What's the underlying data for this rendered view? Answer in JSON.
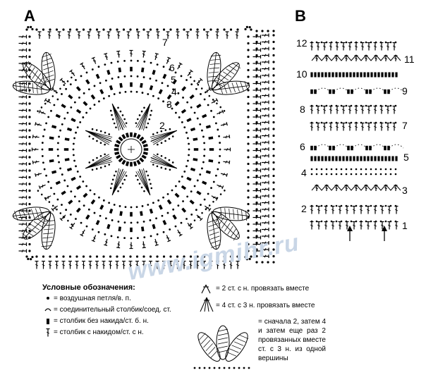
{
  "panel_a": {
    "label": "A",
    "round_numbers": [
      "7",
      "6",
      "5",
      "4",
      "3",
      "2"
    ]
  },
  "panel_b": {
    "label": "B",
    "rows_left": [
      "12",
      "10",
      "8",
      "6",
      "4",
      "2"
    ],
    "rows_right": [
      "11",
      "9",
      "7",
      "5",
      "3",
      "1"
    ]
  },
  "watermark": "www.igmihr.ru",
  "legend": {
    "title": "Условные обозначения:",
    "items": [
      {
        "symbol": "•",
        "text": "= воздушная петля/в. п."
      },
      {
        "symbol": "⌒",
        "text": "= соединительный столбик/соед. ст."
      },
      {
        "symbol": "▮",
        "text": "= столбик без накида/ст. б. н."
      },
      {
        "symbol": "†",
        "text": "= столбик с накидом/ст. с н."
      }
    ],
    "right_items": [
      {
        "text": "= 2 ст. с н. провязать вместе"
      },
      {
        "text": "= 4 ст. с 3 н. провязать вместе"
      }
    ],
    "note": "= сначала 2, затем 4 и затем еще раз 2 провязанных вместе ст. с 3 н. из одной вершины"
  }
}
